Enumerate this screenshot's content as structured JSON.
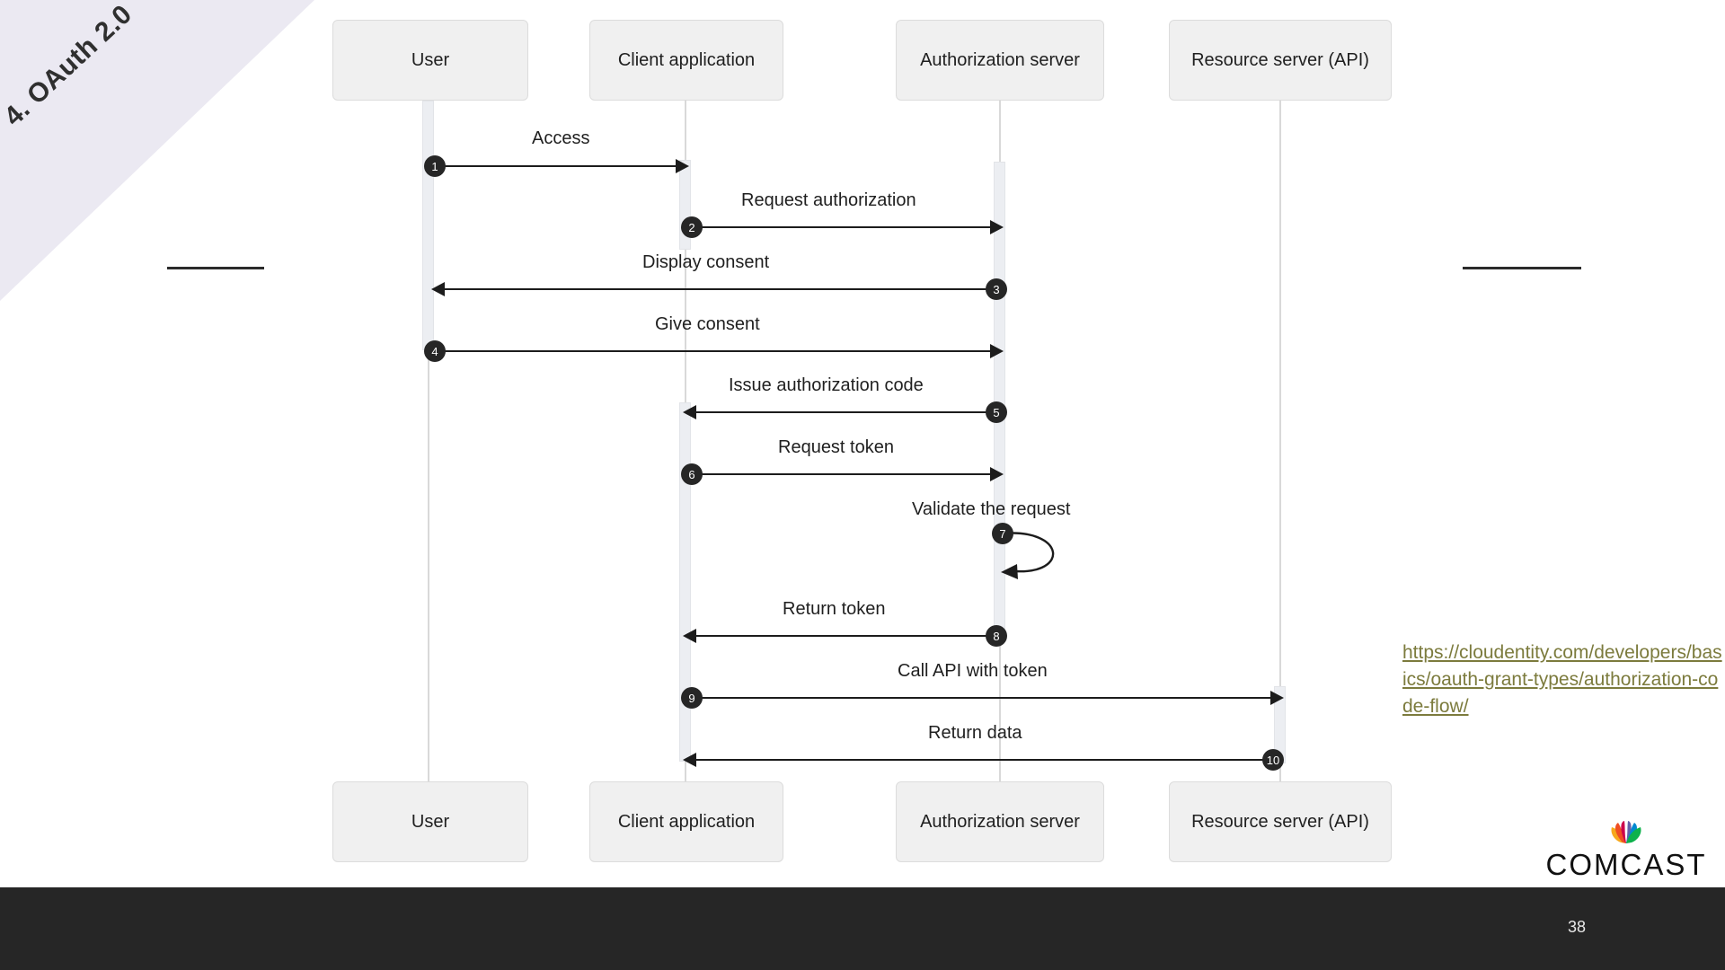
{
  "slide": {
    "section_title": "4. OAuth 2.0",
    "page_number": "38"
  },
  "diagram": {
    "type": "sequence-diagram",
    "actors": [
      {
        "id": "user",
        "label": "User"
      },
      {
        "id": "client",
        "label": "Client application"
      },
      {
        "id": "authz",
        "label": "Authorization server"
      },
      {
        "id": "resource",
        "label": "Resource server (API)"
      }
    ],
    "messages": [
      {
        "step": "1",
        "label": "Access",
        "from": "user",
        "to": "client",
        "direction": "right"
      },
      {
        "step": "2",
        "label": "Request authorization",
        "from": "client",
        "to": "authz",
        "direction": "right"
      },
      {
        "step": "3",
        "label": "Display consent",
        "from": "authz",
        "to": "user",
        "direction": "left"
      },
      {
        "step": "4",
        "label": "Give consent",
        "from": "user",
        "to": "authz",
        "direction": "right"
      },
      {
        "step": "5",
        "label": "Issue authorization code",
        "from": "authz",
        "to": "client",
        "direction": "left"
      },
      {
        "step": "6",
        "label": "Request token",
        "from": "client",
        "to": "authz",
        "direction": "right"
      },
      {
        "step": "7",
        "label": "Validate the request",
        "from": "authz",
        "to": "authz",
        "direction": "self"
      },
      {
        "step": "8",
        "label": "Return token",
        "from": "authz",
        "to": "client",
        "direction": "left"
      },
      {
        "step": "9",
        "label": "Call API with token",
        "from": "client",
        "to": "resource",
        "direction": "right"
      },
      {
        "step": "10",
        "label": "Return data",
        "from": "resource",
        "to": "client",
        "direction": "left"
      }
    ]
  },
  "reference": {
    "url_text": "https://cloudentity.com/developers/basics/oauth-grant-types/authorization-code-flow/"
  },
  "brand": {
    "name": "COMCAST"
  },
  "colors": {
    "ribbon": "#ebe9f2",
    "actor_box": "#f0f0f0",
    "activation": "#eceef2",
    "arrow": "#1c1c1c",
    "badge": "#262626",
    "link": "#7c7b3d",
    "footer": "#262626"
  }
}
